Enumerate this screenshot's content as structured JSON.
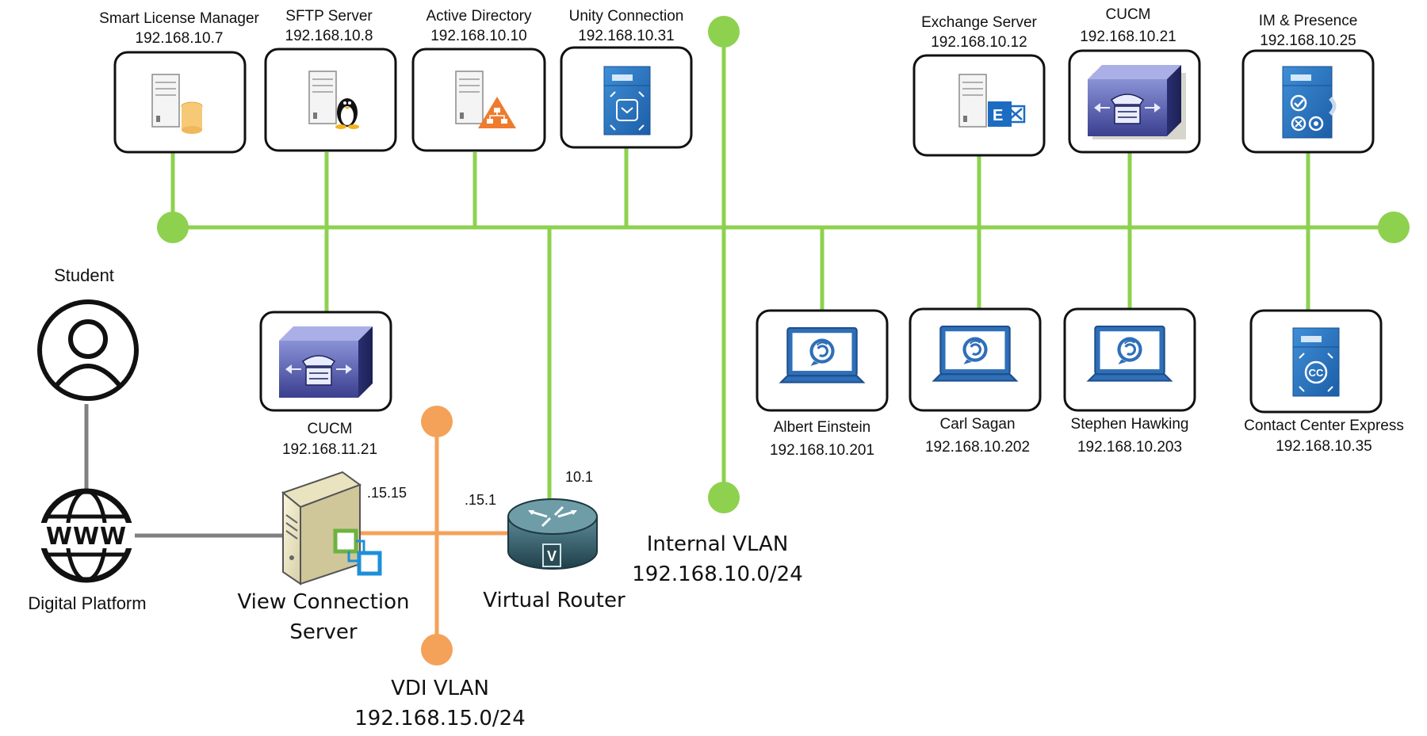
{
  "top_devices": [
    {
      "name": "Smart License Manager",
      "ip": "192.168.10.7",
      "icon": "server-database-icon"
    },
    {
      "name": "SFTP Server",
      "ip": "192.168.10.8",
      "icon": "server-linux-icon"
    },
    {
      "name": "Active Directory",
      "ip": "192.168.10.10",
      "icon": "server-active-directory-icon"
    },
    {
      "name": "Unity Connection",
      "ip": "192.168.10.31",
      "icon": "unity-connection-icon"
    },
    {
      "name": "Exchange Server",
      "ip": "192.168.10.12",
      "icon": "server-exchange-icon"
    },
    {
      "name": "CUCM",
      "ip": "192.168.10.21",
      "icon": "call-manager-icon"
    },
    {
      "name": "IM & Presence",
      "ip": "192.168.10.25",
      "icon": "im-presence-icon"
    }
  ],
  "bottom_devices": [
    {
      "name": "CUCM",
      "ip": "192.168.11.21",
      "icon": "call-manager-icon"
    },
    {
      "name": "Albert Einstein",
      "ip": "192.168.10.201",
      "icon": "jabber-laptop-icon"
    },
    {
      "name": "Carl Sagan",
      "ip": "192.168.10.202",
      "icon": "jabber-laptop-icon"
    },
    {
      "name": "Stephen Hawking",
      "ip": "192.168.10.203",
      "icon": "jabber-laptop-icon"
    },
    {
      "name": "Contact Center Express",
      "ip": "192.168.10.35",
      "icon": "contact-center-icon"
    }
  ],
  "student": {
    "label": "Student",
    "icon": "user-icon"
  },
  "platform": {
    "label": "Digital Platform",
    "icon": "www-globe-icon"
  },
  "view_server": {
    "label_line1": "View Connection",
    "label_line2": "Server",
    "ip_suffix": ".15.15",
    "icon": "view-connection-server-icon"
  },
  "router": {
    "label": "Virtual Router",
    "vdi_ip": ".15.1",
    "internal_ip": "10.1",
    "icon": "virtual-router-icon"
  },
  "internal_vlan": {
    "name": "Internal VLAN",
    "subnet": "192.168.10.0/24"
  },
  "vdi_vlan": {
    "name": "VDI VLAN",
    "subnet": "192.168.15.0/24"
  },
  "colors": {
    "internal_vlan": "#8dd14f",
    "vdi_vlan": "#f4a259",
    "access_link": "#808080",
    "box_border": "#111111"
  }
}
